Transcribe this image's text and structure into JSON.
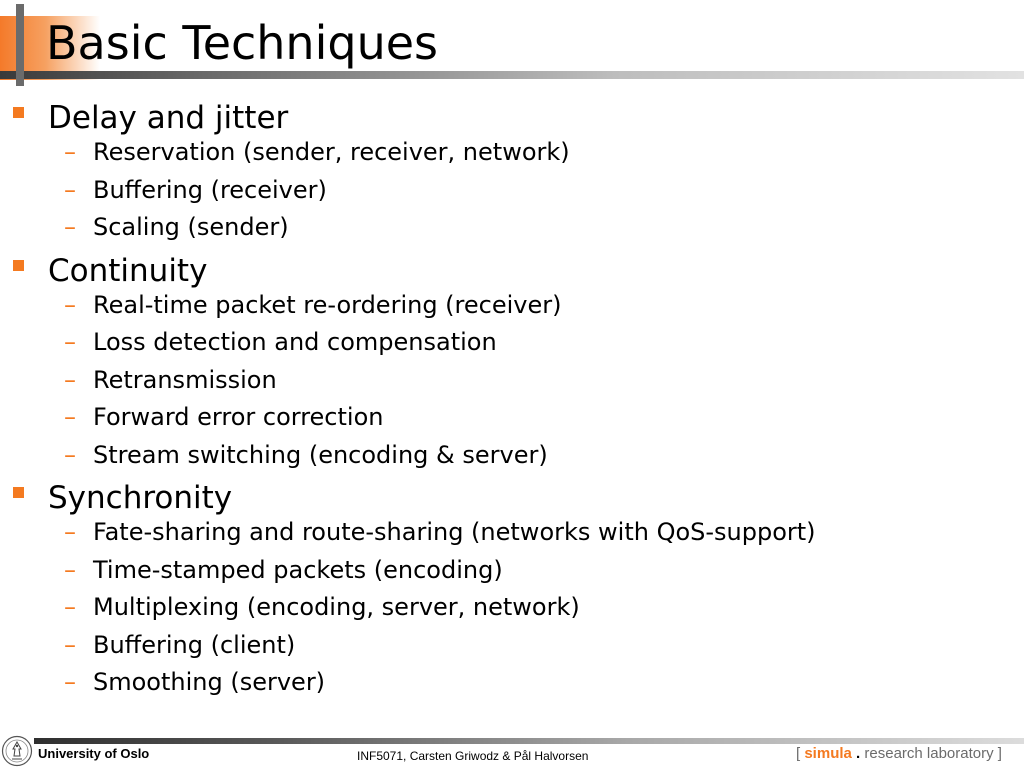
{
  "slide": {
    "title": "Basic Techniques",
    "bullets": [
      {
        "label": "Delay and jitter",
        "subs": [
          "Reservation (sender, receiver, network)",
          "Buffering (receiver)",
          "Scaling (sender)"
        ]
      },
      {
        "label": "Continuity",
        "subs": [
          "Real-time packet re-ordering (receiver)",
          "Loss detection and compensation",
          "Retransmission",
          "Forward error correction",
          "Stream switching (encoding & server)"
        ]
      },
      {
        "label": "Synchronity",
        "subs": [
          "Fate-sharing and route-sharing (networks with QoS-support)",
          "Time-stamped packets (encoding)",
          "Multiplexing (encoding, server, network)",
          "Buffering (client)",
          "Smoothing (server)"
        ]
      }
    ],
    "dash": "–"
  },
  "footer": {
    "university": "University of Oslo",
    "course": "INF5071, Carsten Griwodz & Pål Halvorsen",
    "lab_open": "[",
    "lab_brand": "simula",
    "lab_dot": ".",
    "lab_rest": "research laboratory",
    "lab_close": "]"
  },
  "colors": {
    "accent": "#f47a20",
    "rule": "#6b6b6b"
  },
  "icons": {
    "logo": "university-seal-icon"
  }
}
